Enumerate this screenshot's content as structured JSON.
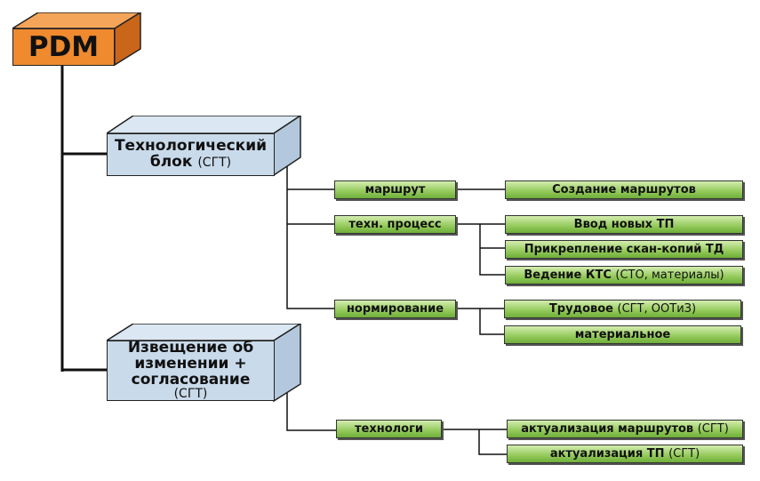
{
  "root": {
    "label": "PDM"
  },
  "blocks": [
    {
      "title": "Технологический блок",
      "note": "(СГТ)",
      "title_line1": "Технологический",
      "title_line2": "блок"
    },
    {
      "title_line1": "Извещение об",
      "title_line2": "изменении +",
      "title_line3": "согласование",
      "note": "(СГТ)"
    }
  ],
  "level2": [
    "маршрут",
    "техн. процесс",
    "нормирование",
    "технологи"
  ],
  "level3": [
    {
      "bold": "Создание маршрутов",
      "note": ""
    },
    {
      "bold": "Ввод новых ТП",
      "note": ""
    },
    {
      "bold": "Прикрепление скан-копий ТД",
      "note": ""
    },
    {
      "bold": "Ведение КТС",
      "note": "(СТО, материалы)"
    },
    {
      "bold": "Трудовое",
      "note": "(СГТ, ООТиЗ)"
    },
    {
      "bold": "материальное",
      "note": ""
    },
    {
      "bold": "актуализация маршрутов",
      "note": "(СГТ)"
    },
    {
      "bold": "актуализация ТП",
      "note": "(СГТ)"
    }
  ],
  "colors": {
    "root": "#ef8a2e",
    "block": "#c9daea",
    "node": "#8dc65a"
  }
}
